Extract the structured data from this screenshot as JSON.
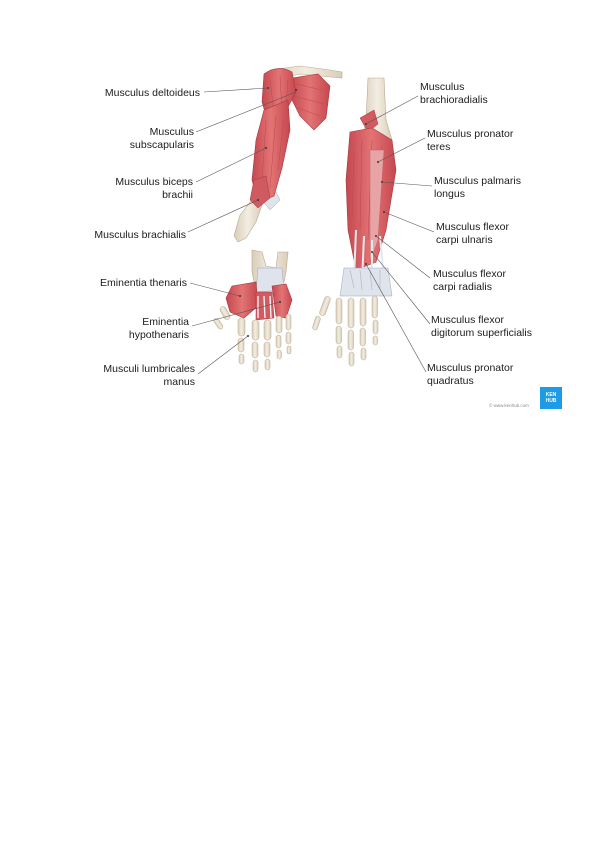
{
  "labels": {
    "deltoideus": [
      "Musculus deltoideus"
    ],
    "subscapularis": [
      "Musculus",
      "subscapularis"
    ],
    "biceps": [
      "Musculus biceps",
      "brachii"
    ],
    "brachialis": [
      "Musculus brachialis"
    ],
    "thenaris": [
      "Eminentia thenaris"
    ],
    "hypothenaris": [
      "Eminentia",
      "hypothenaris"
    ],
    "lumbricales": [
      "Musculi lumbricales",
      "manus"
    ],
    "brachioradialis": [
      "Musculus",
      "brachioradialis"
    ],
    "pronator_teres": [
      "Musculus pronator",
      "teres"
    ],
    "palmaris": [
      "Musculus palmaris",
      "longus"
    ],
    "flexor_ulnaris": [
      "Musculus flexor",
      "carpi ulnaris"
    ],
    "flexor_radialis": [
      "Musculus flexor",
      "carpi radialis"
    ],
    "flexor_digitorum": [
      "Musculus flexor",
      "digitorum superficialis"
    ],
    "pronator_quadratus": [
      "Musculus pronator",
      "quadratus"
    ]
  },
  "copyright": "© www.kenhub.com",
  "logo": [
    "KEN",
    "HUB"
  ],
  "colors": {
    "muscle": "#d9595d",
    "muscle_dark": "#b83a43",
    "muscle_light": "#ee9797",
    "bone": "#ece3d3",
    "bone_shade": "#cbbfa9",
    "tendon": "#d7dde8",
    "leader": "#555555",
    "logo": "#1e9be6"
  }
}
